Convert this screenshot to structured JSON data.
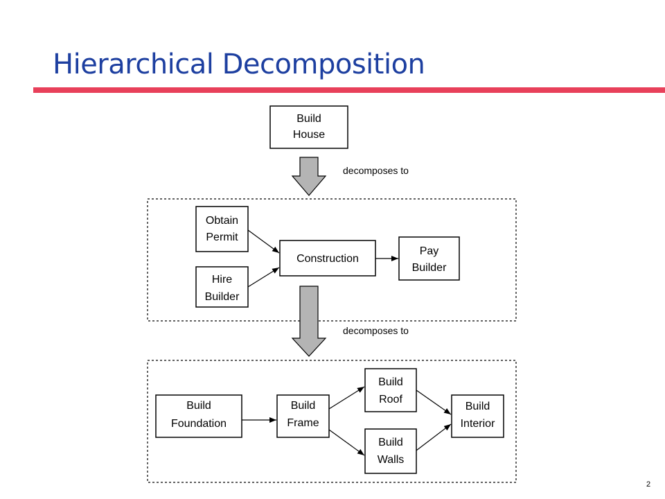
{
  "slide": {
    "title": "Hierarchical Decomposition",
    "page_number": "2",
    "title_color": "#1d3fa0",
    "rule_color": "#e8405a"
  },
  "diagram": {
    "top_node": {
      "lines": [
        "Build",
        "House"
      ]
    },
    "decomposes_label_1": "decomposes to",
    "decomposes_label_2": "decomposes to",
    "level1": {
      "obtain_permit": {
        "lines": [
          "Obtain",
          "Permit"
        ]
      },
      "hire_builder": {
        "lines": [
          "Hire",
          "Builder"
        ]
      },
      "construction": {
        "lines": [
          "Construction"
        ]
      },
      "pay_builder": {
        "lines": [
          "Pay",
          "Builder"
        ]
      }
    },
    "level2": {
      "build_foundation": {
        "lines": [
          "Build",
          "Foundation"
        ]
      },
      "build_frame": {
        "lines": [
          "Build",
          "Frame"
        ]
      },
      "build_roof": {
        "lines": [
          "Build",
          "Roof"
        ]
      },
      "build_walls": {
        "lines": [
          "Build",
          "Walls"
        ]
      },
      "build_interior": {
        "lines": [
          "Build",
          "Interior"
        ]
      }
    },
    "arrow_fill": "#b4b4b4"
  }
}
